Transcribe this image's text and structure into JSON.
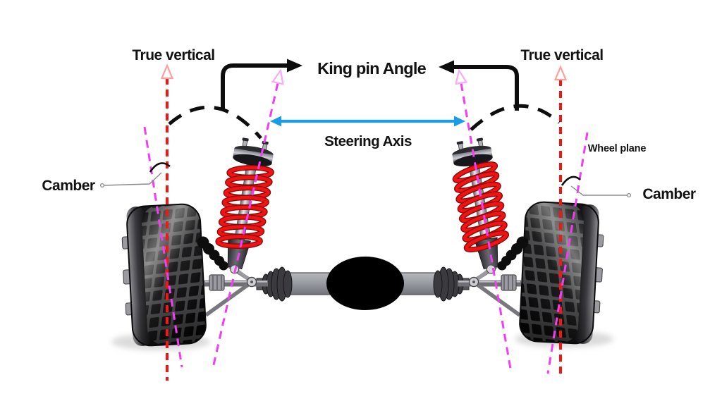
{
  "diagram": {
    "title": "King pin Angle",
    "labels": {
      "true_vertical_left": "True vertical",
      "true_vertical_right": "True vertical",
      "king_pin_angle": "King pin Angle",
      "steering_axis": "Steering Axis",
      "wheel_plane": "Wheel plane",
      "camber_left": "Camber",
      "camber_right": "Camber"
    },
    "colors": {
      "background": "#ffffff",
      "true_vertical": "#f51515",
      "true_vertical_arrowhead": "#ff9d9d",
      "axis_magenta": "#f23df2",
      "axis_arrowhead": "#f8a9f8",
      "steering_arrow": "#1b9ce6",
      "king_pin_text": "#f51515",
      "annotation": "#0d0d0d",
      "leader_gray": "#8a8a8a",
      "spring_red": "#ef1414"
    }
  }
}
